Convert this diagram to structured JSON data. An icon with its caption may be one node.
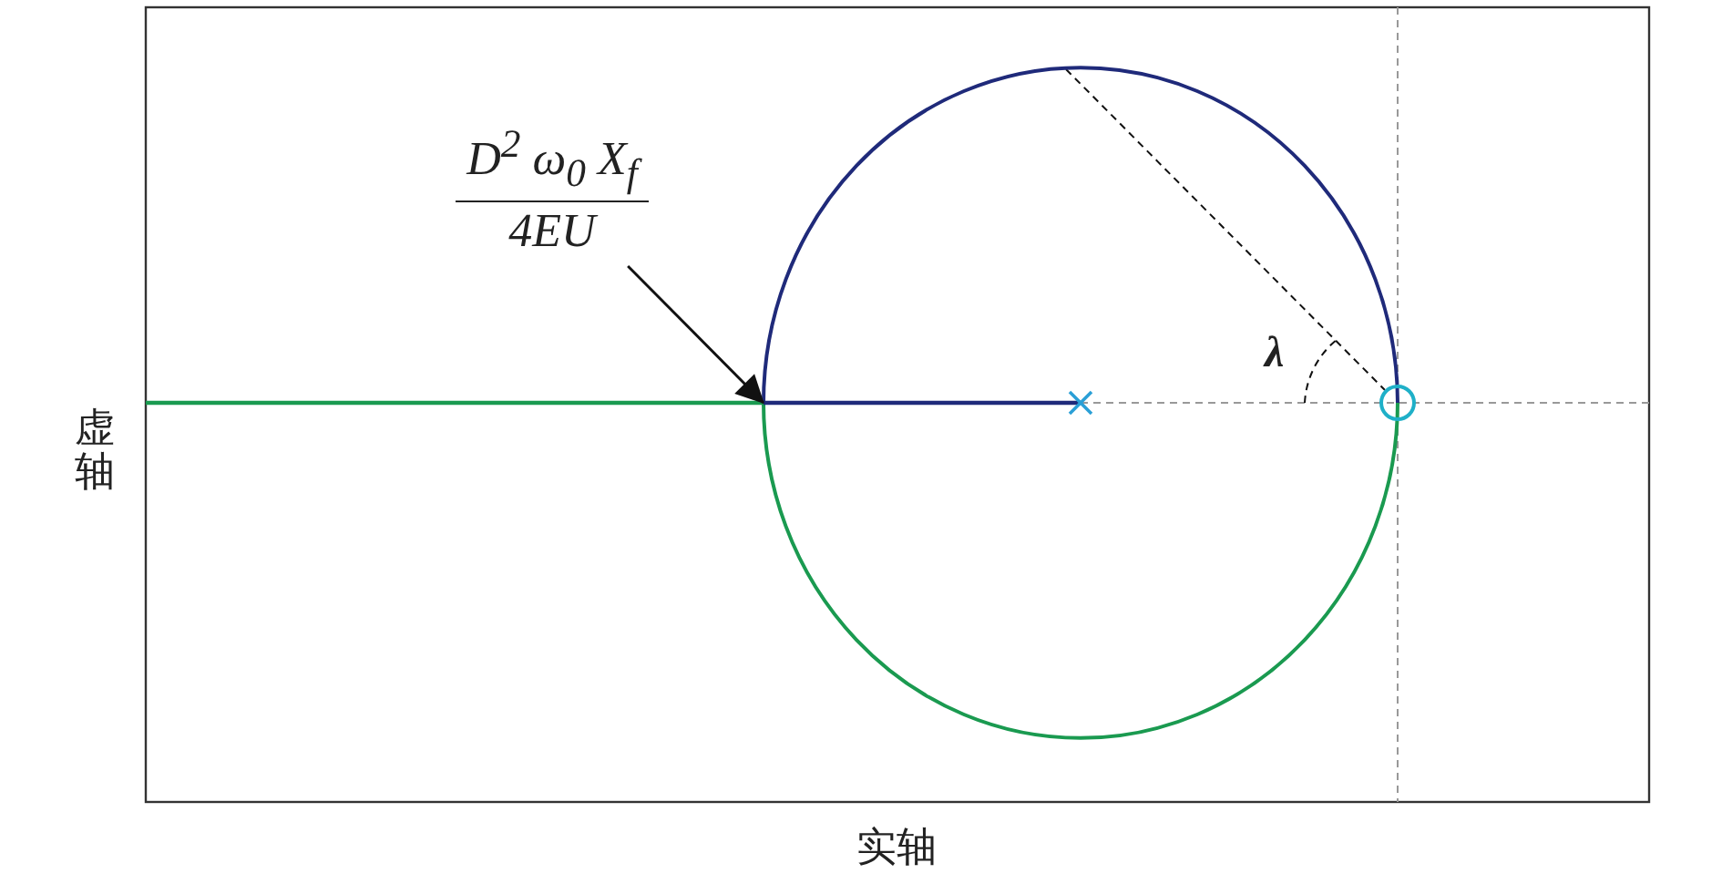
{
  "diagram": {
    "nodes": [
      {
        "text": [
          "D$^{2}$ ω$_{0}$ X$_{f}$",
          "4EU"
        ]
      },
      {
        "text": [],
        "shape": "circle"
      }
    ],
    "edges": [
      {
        "from": 0,
        "to": 1,
        "arrow": "to"
      }
    ],
    "labels": [
      "λ",
      "虚轴",
      "实轴"
    ]
  }
}
